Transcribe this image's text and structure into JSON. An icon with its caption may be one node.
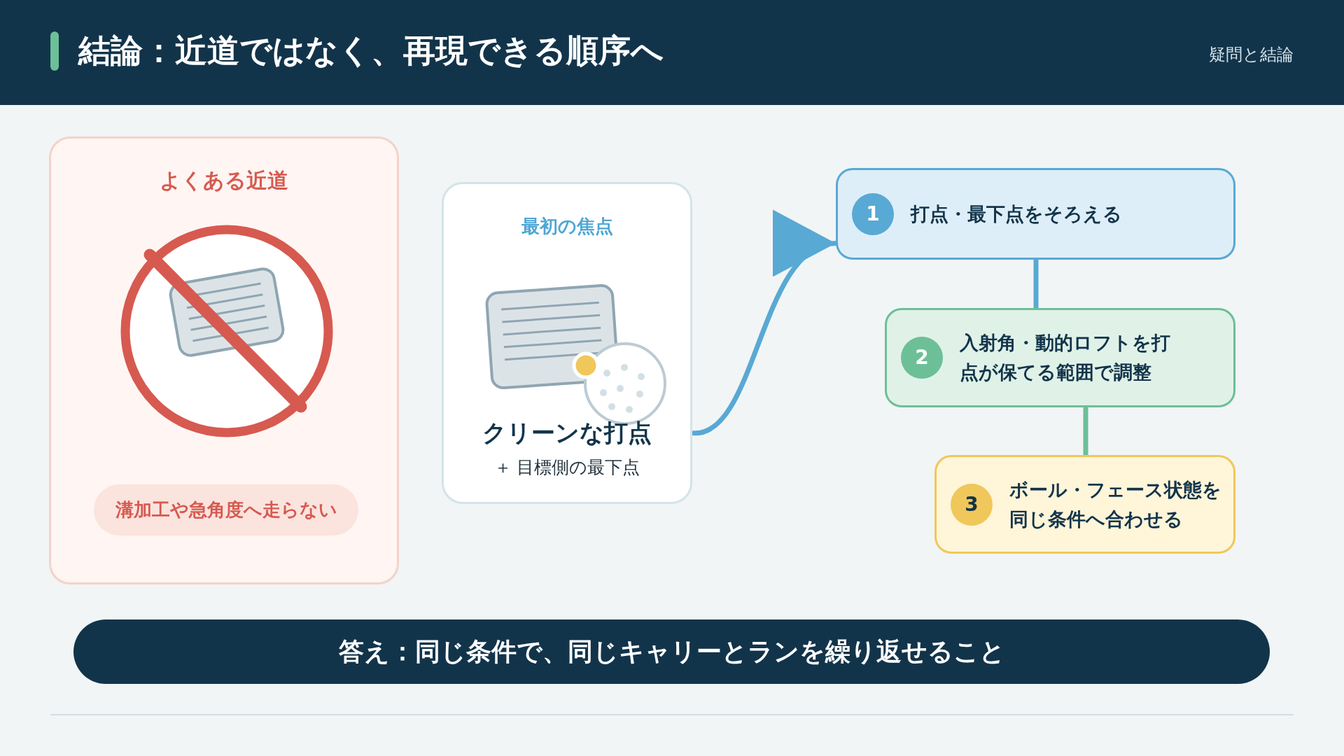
{
  "diagram": {
    "title": "結論：近道ではなく、再現できる順序へ",
    "nodes": [
      {
        "text": [
          "よくある近道"
        ]
      },
      {
        "text": [
          "溝加工や急角度へ走らない"
        ],
        "in": 0
      },
      {
        "text": [
          "最初の焦点",
          "クリーンな打点",
          "＋ 目標側の最下点"
        ]
      },
      {
        "text": [
          "1",
          "打点・最下点をそろえる"
        ]
      },
      {
        "text": [
          "2",
          "入射角・動的ロフトを打点が保てる範囲で調整"
        ]
      },
      {
        "text": [
          "3",
          "ボール・フェース状態を同じ条件へ合わせる"
        ]
      },
      {
        "text": [
          "答え：同じ条件で、同じキャリーとランを繰り返せること"
        ]
      }
    ],
    "edges": [
      {
        "from": 2,
        "to": 3,
        "arrow": "to"
      },
      {
        "from": 3,
        "to": 4,
        "arrow": "none"
      },
      {
        "from": 4,
        "to": 5,
        "arrow": "none",
        "color": "#6dbf98"
      }
    ],
    "labels": [
      "疑問と結論"
    ]
  }
}
